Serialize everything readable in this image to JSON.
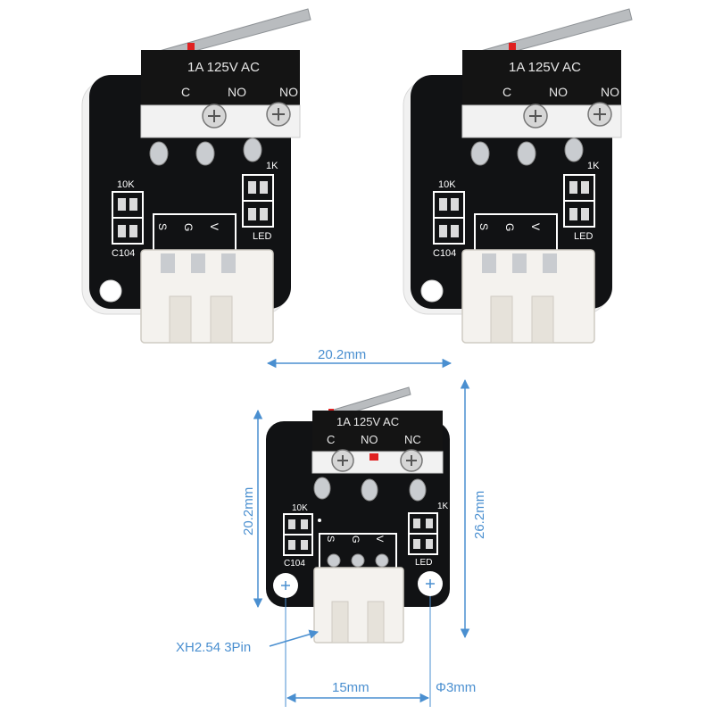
{
  "colors": {
    "pcb": "#111214",
    "silkscreen": "#ffffff",
    "switch_body": "#141414",
    "switch_base": "#f2f2f2",
    "connector": "#f4f2ee",
    "lever": "#b9bcbf",
    "dimension": "#4a8fd0",
    "led_red": "#e02020"
  },
  "modules": [
    {
      "switch": {
        "rating": "1A 125V AC",
        "pin_c": "C",
        "pin_no": "NO",
        "pin_nc": "NO"
      },
      "silkscreen": {
        "cap_value": "10K",
        "cap_label": "C104",
        "res_label": "1K",
        "led_label": "LED",
        "pin_s": "S",
        "pin_g": "G",
        "pin_v": "V"
      }
    },
    {
      "switch": {
        "rating": "1A 125V AC",
        "pin_c": "C",
        "pin_no": "NO",
        "pin_nc": "NO"
      },
      "silkscreen": {
        "cap_value": "10K",
        "cap_label": "C104",
        "res_label": "1K",
        "led_label": "LED",
        "pin_s": "S",
        "pin_g": "G",
        "pin_v": "V"
      }
    },
    {
      "switch": {
        "rating": "1A 125V AC",
        "pin_c": "C",
        "pin_no": "NO",
        "pin_nc": "NC"
      },
      "silkscreen": {
        "cap_value": "10K",
        "cap_label": "C104",
        "res_label": "1K",
        "led_label": "LED",
        "pin_s": "S",
        "pin_g": "G",
        "pin_v": "V"
      }
    }
  ],
  "dimensions": {
    "top_width": "20.2mm",
    "left_height": "20.2mm",
    "right_height": "26.2mm",
    "connector": "XH2.54 3Pin",
    "hole_spacing": "15mm",
    "hole_diameter": "Φ3mm"
  }
}
